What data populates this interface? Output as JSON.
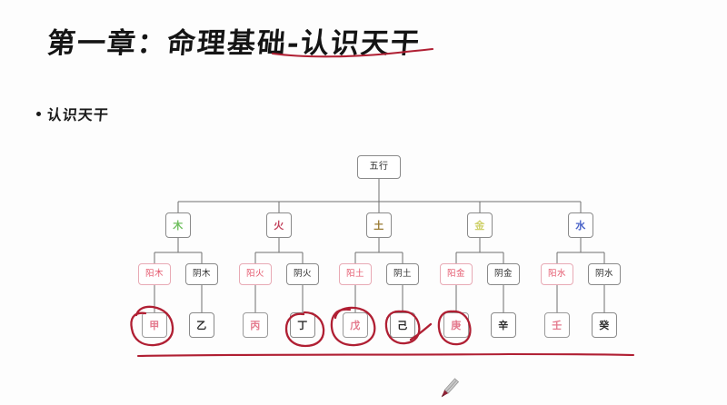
{
  "slide": {
    "background_color": "#fdfdfd",
    "title": "第一章：命理基础-认识天干",
    "bullet": "认识天干"
  },
  "colors": {
    "ink_red": "#b01f33",
    "yang_text": "#e4556b",
    "yang_border": "#e8aab5",
    "node_border": "#8a8a8a",
    "line": "#6f6f6f",
    "wood": "#6fbf5e",
    "fire": "#c2415b",
    "earth": "#9a7b34",
    "metal": "#cfd16a",
    "water": "#4a63c8",
    "title_ink": "#141414"
  },
  "tree": {
    "root": {
      "label": "五行"
    },
    "elements": [
      {
        "label": "木",
        "color": "#6fbf5e",
        "yang": {
          "label": "阳木"
        },
        "yin": {
          "label": "阴木"
        },
        "yang_stem": {
          "label": "甲",
          "circled": true
        },
        "yin_stem": {
          "label": "乙",
          "circled": false
        }
      },
      {
        "label": "火",
        "color": "#c2415b",
        "yang": {
          "label": "阳火"
        },
        "yin": {
          "label": "阴火"
        },
        "yang_stem": {
          "label": "丙",
          "circled": false
        },
        "yin_stem": {
          "label": "丁",
          "circled": true
        }
      },
      {
        "label": "土",
        "color": "#9a7b34",
        "yang": {
          "label": "阳土"
        },
        "yin": {
          "label": "阴土"
        },
        "yang_stem": {
          "label": "戊",
          "circled": true
        },
        "yin_stem": {
          "label": "己",
          "circled": true
        }
      },
      {
        "label": "金",
        "color": "#cfd16a",
        "yang": {
          "label": "阳金"
        },
        "yin": {
          "label": "阴金"
        },
        "yang_stem": {
          "label": "庚",
          "circled": true
        },
        "yin_stem": {
          "label": "辛",
          "circled": false
        }
      },
      {
        "label": "水",
        "color": "#4a63c8",
        "yang": {
          "label": "阳水"
        },
        "yin": {
          "label": "阴水"
        },
        "yang_stem": {
          "label": "壬",
          "circled": false
        },
        "yin_stem": {
          "label": "癸",
          "circled": false
        }
      }
    ]
  },
  "annotations": {
    "title_underline": "red-curved-underline",
    "bottom_rule": "red-horizontal-rule",
    "circles": [
      "甲",
      "丁",
      "戊",
      "己",
      "庚"
    ],
    "cursor": "pen-cursor-icon"
  }
}
